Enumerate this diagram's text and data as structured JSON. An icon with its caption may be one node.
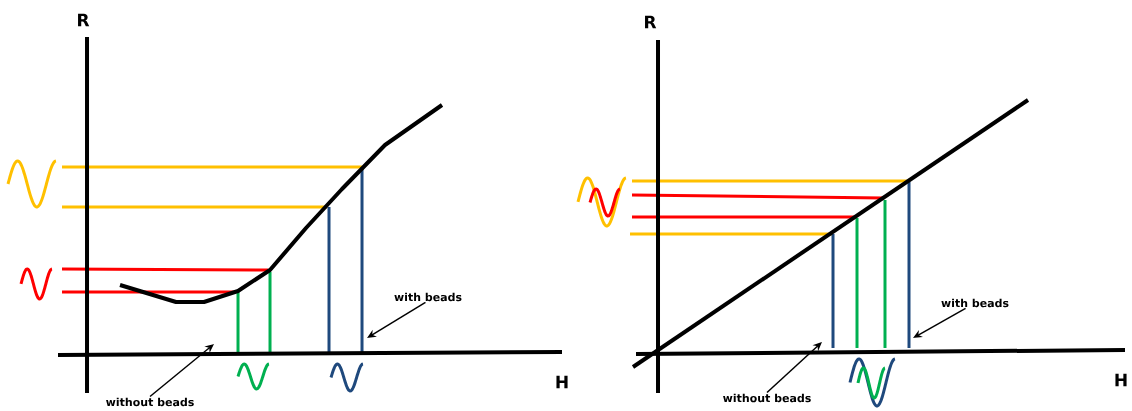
{
  "diagram": {
    "nodes": [
      {
        "text": [
          "with beads"
        ]
      },
      {
        "text": [
          "without beads"
        ]
      },
      {
        "text": [
          "with beads"
        ]
      },
      {
        "text": [
          "without beads"
        ]
      }
    ],
    "edges": [
      {
        "from": 0,
        "to": null,
        "arrow": "to"
      },
      {
        "from": 1,
        "to": null,
        "arrow": "to"
      },
      {
        "from": 2,
        "to": null,
        "arrow": "to"
      },
      {
        "from": 3,
        "to": null,
        "arrow": "to"
      }
    ],
    "labels": [
      "R",
      "H",
      "R",
      "H"
    ]
  }
}
